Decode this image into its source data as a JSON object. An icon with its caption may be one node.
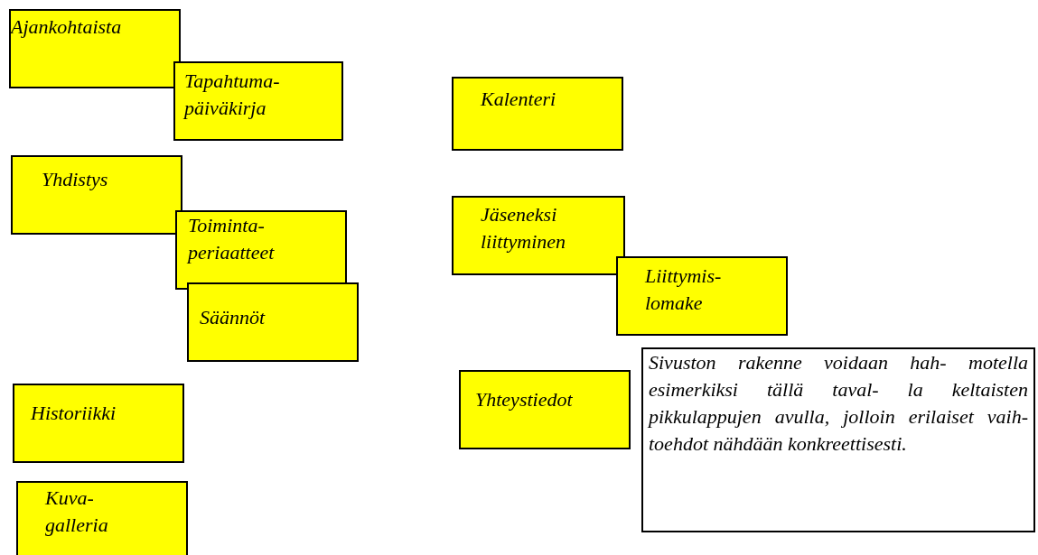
{
  "diagram": {
    "nodes": [
      {
        "text": [
          "Ajankohtaista"
        ]
      },
      {
        "text": [
          "Tapahtuma- päiväkirja"
        ]
      },
      {
        "text": [
          "Kalenteri"
        ]
      },
      {
        "text": [
          "Yhdistys"
        ]
      },
      {
        "text": [
          "Toiminta- periaatteet"
        ]
      },
      {
        "text": [
          "Säännöt"
        ]
      },
      {
        "text": [
          "Jäseneksi liittyminen"
        ]
      },
      {
        "text": [
          "Liittymis- lomake"
        ]
      },
      {
        "text": [
          "Historiikki"
        ]
      },
      {
        "text": [
          "Yhteystiedot"
        ]
      },
      {
        "text": [
          "Sivuston rakenne voidaan hah- motella esimerkiksi tällä taval- la keltaisten pikkulappujen avulla, jolloin erilaiset vaih- toehdot nähdään konkreettisesti."
        ]
      },
      {
        "text": [
          "Kuva- galleria"
        ]
      }
    ],
    "edges": []
  }
}
